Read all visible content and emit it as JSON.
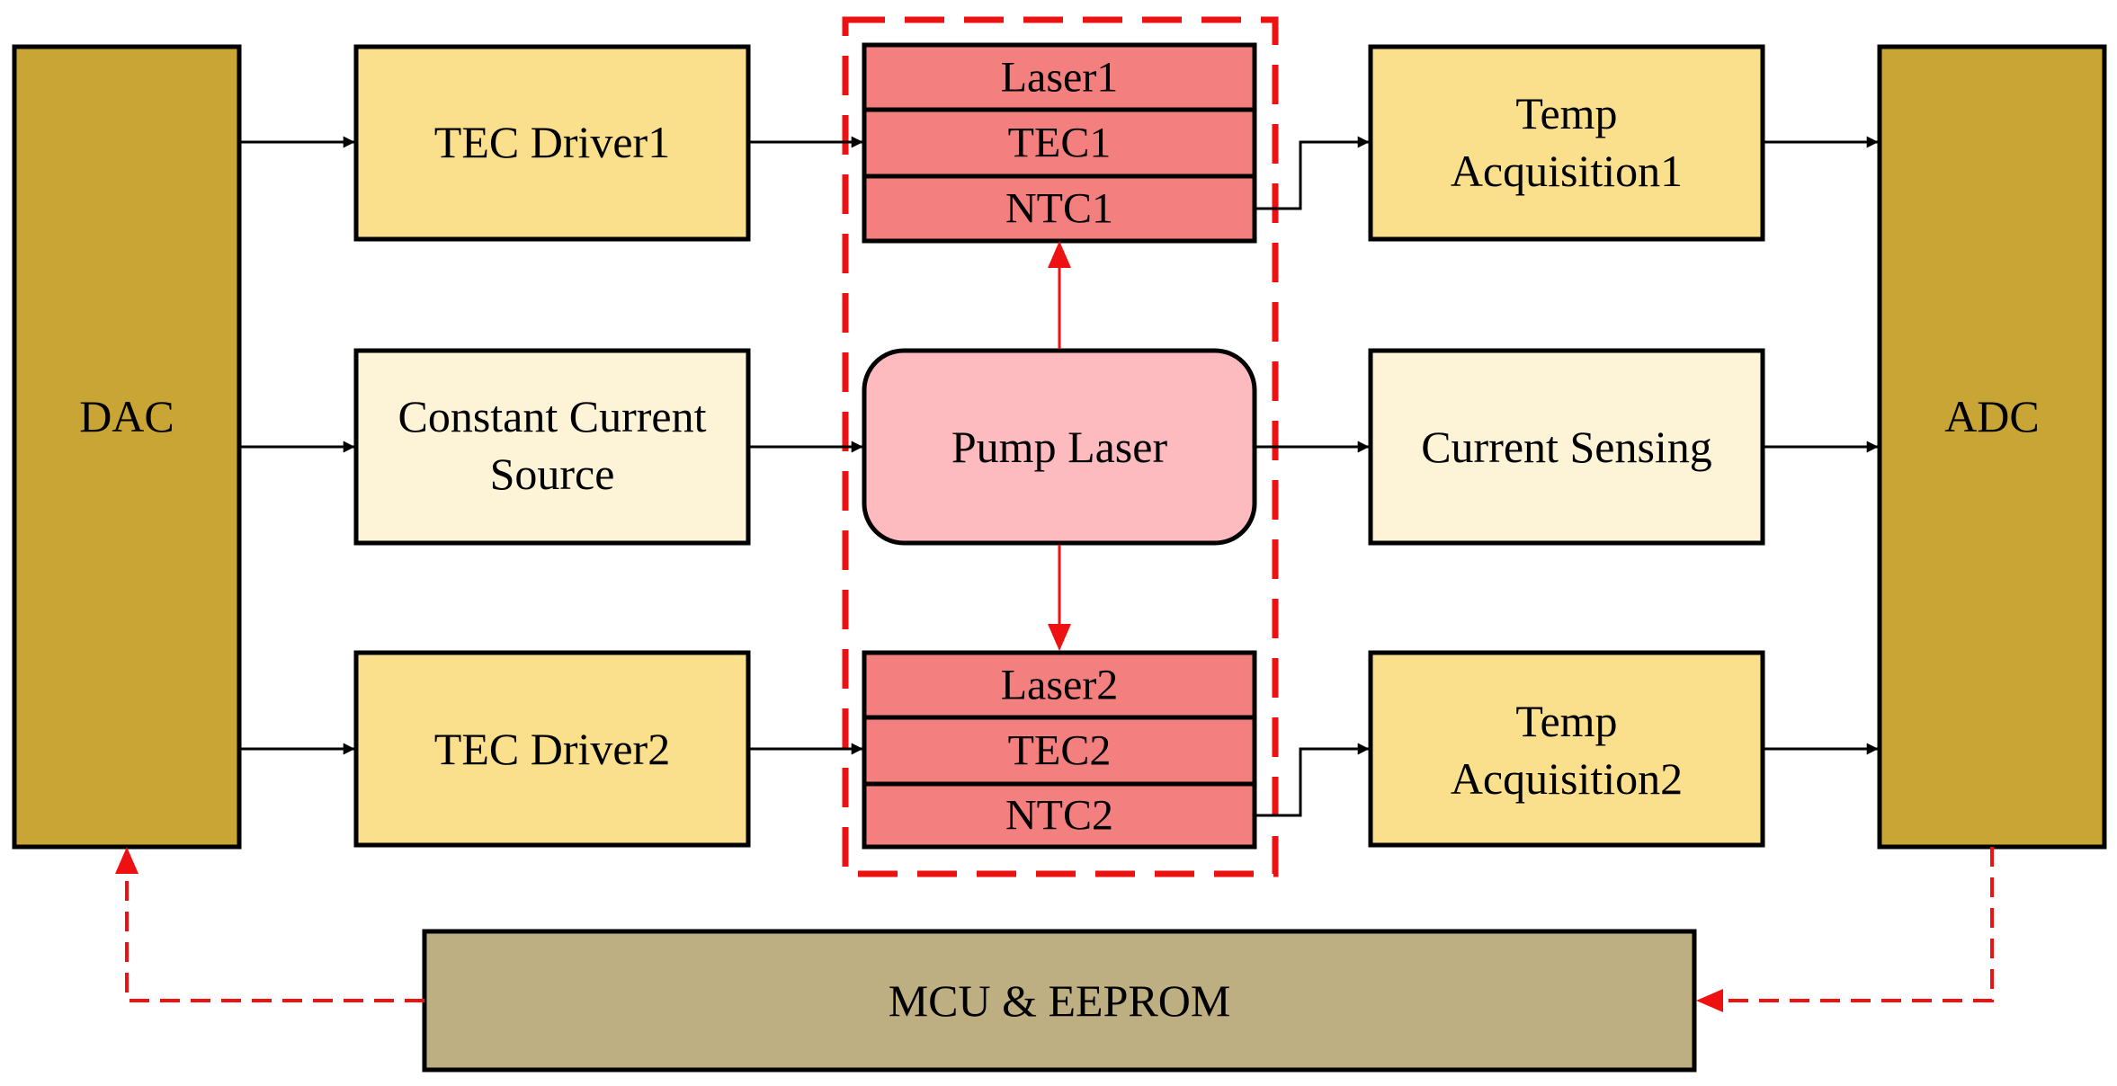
{
  "colors": {
    "dac_adc": "#C9A535",
    "yellow_block": "#FAE08C",
    "cream_block": "#FDF3D6",
    "laser_stack": "#F47F7F",
    "pump_laser": "#FDBABF",
    "mcu": "#BEAF82",
    "red_accent": "#EE1111",
    "black": "#000000"
  },
  "blocks": {
    "dac": "DAC",
    "adc": "ADC",
    "tec_driver1": "TEC Driver1",
    "tec_driver2": "TEC Driver2",
    "ccs_line1": "Constant Current",
    "ccs_line2": "Source",
    "pump_laser": "Pump Laser",
    "current_sensing": "Current Sensing",
    "temp_acq1_line1": "Temp",
    "temp_acq1_line2": "Acquisition1",
    "temp_acq2_line1": "Temp",
    "temp_acq2_line2": "Acquisition2",
    "mcu": "MCU & EEPROM"
  },
  "stack1": [
    "Laser1",
    "TEC1",
    "NTC1"
  ],
  "stack2": [
    "Laser2",
    "TEC2",
    "NTC2"
  ]
}
